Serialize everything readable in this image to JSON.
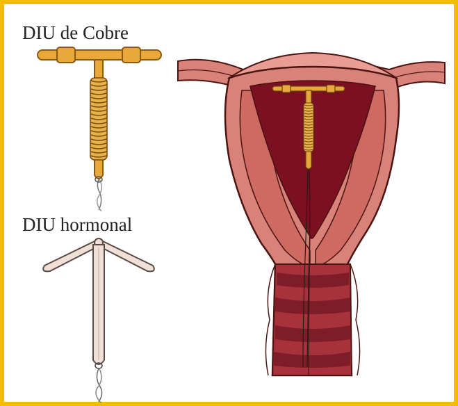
{
  "labels": {
    "copper_iud": "DIU de Cobre",
    "hormonal_iud": "DIU hormonal"
  },
  "colors": {
    "frame_border": "#f2bd00",
    "copper_fill": "#e8a93a",
    "copper_outline": "#8a5a12",
    "hormonal_fill": "#efe0d8",
    "hormonal_outline": "#5a4a44",
    "uterus_outer": "#d9827a",
    "uterus_wall": "#cf6a62",
    "uterus_cavity": "#7a1020",
    "uterus_outline": "#4a1410",
    "cervix_dark": "#8e2a34"
  },
  "icons": {
    "copper": "copper-iud-icon",
    "hormonal": "hormonal-iud-icon",
    "uterus": "uterus-illustration"
  }
}
